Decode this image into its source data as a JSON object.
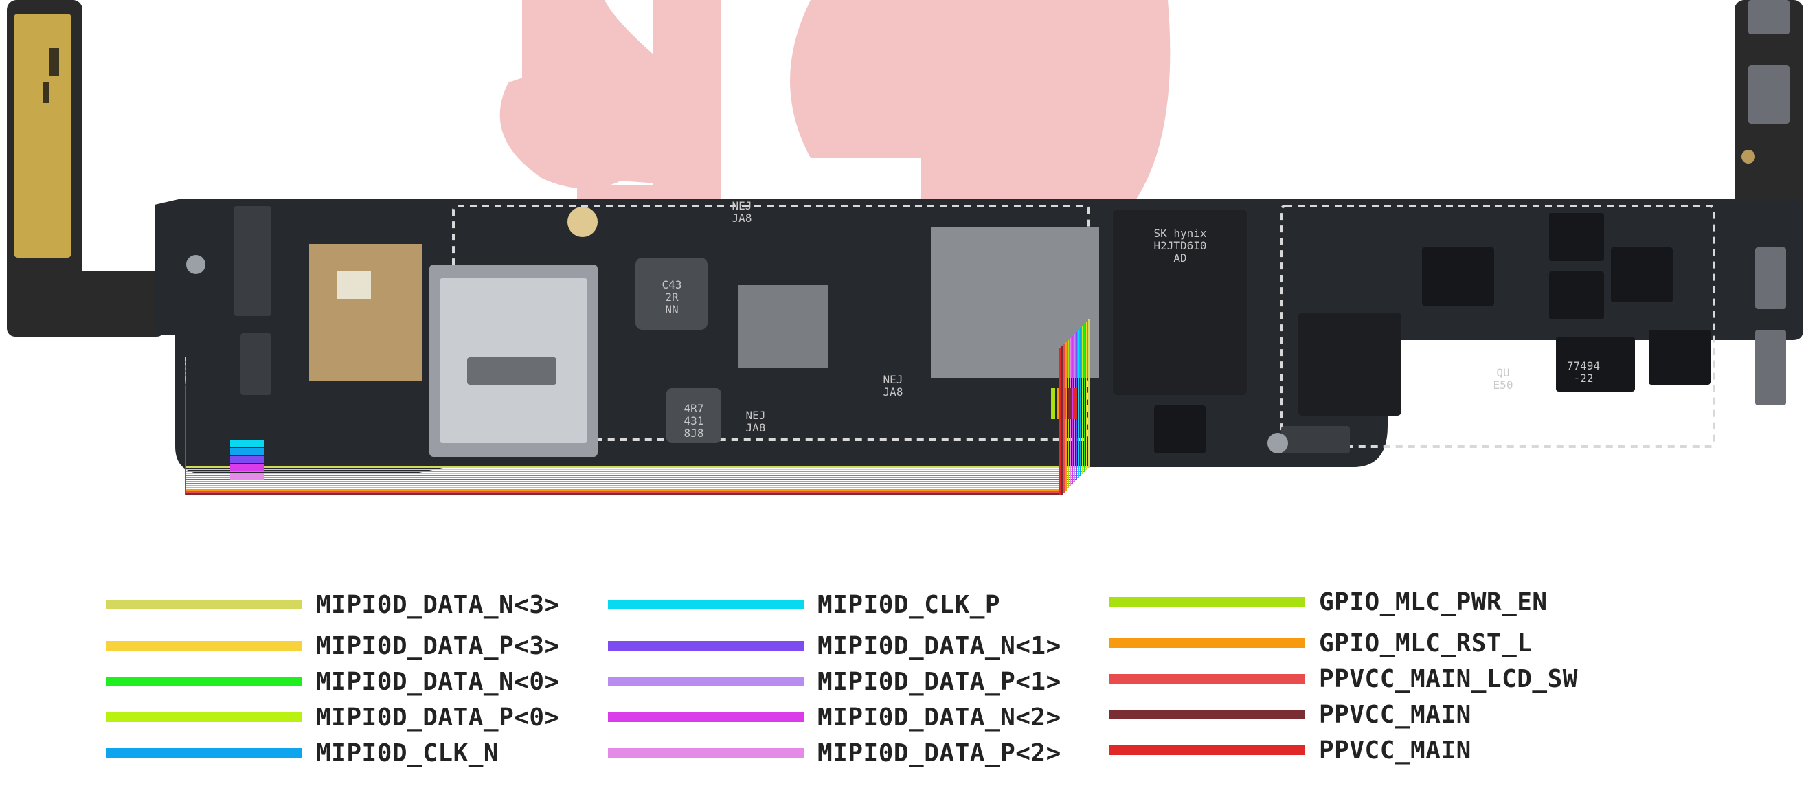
{
  "watermark": {
    "color": "#e57373",
    "opacity": 0.42
  },
  "board": {
    "pcb_color": "#26292d",
    "chip_markings": [
      {
        "lines": [
          "C43",
          "2R",
          "NN"
        ]
      },
      {
        "lines": [
          "4R7",
          "431",
          "8J8"
        ]
      },
      {
        "lines": [
          "NEJ",
          "JA8"
        ]
      },
      {
        "lines": [
          "NEJ",
          "JA8"
        ]
      },
      {
        "lines": [
          "NEJ",
          "JA8"
        ]
      },
      {
        "lines": [
          "SK hynix",
          "H2JTD6I0",
          "AD"
        ]
      },
      {
        "lines": [
          "77494",
          "-22"
        ]
      },
      {
        "lines": [
          "QU",
          "E50"
        ]
      }
    ]
  },
  "legend": {
    "columns": [
      [
        {
          "label": "MIPI0D_DATA_N<3>",
          "color": "#d4d85c"
        },
        {
          "label": "MIPI0D_DATA_P<3>",
          "color": "#f8d23a"
        },
        {
          "label": "MIPI0D_DATA_N<0>",
          "color": "#1fef1f"
        },
        {
          "label": "MIPI0D_DATA_P<0>",
          "color": "#b9f210"
        },
        {
          "label": "MIPI0D_CLK_N",
          "color": "#0ea5ee"
        }
      ],
      [
        {
          "label": "MIPI0D_CLK_P",
          "color": "#08d8f0"
        },
        {
          "label": "MIPI0D_DATA_N<1>",
          "color": "#7c4cf2"
        },
        {
          "label": "MIPI0D_DATA_P<1>",
          "color": "#b98cf2"
        },
        {
          "label": "MIPI0D_DATA_N<2>",
          "color": "#d93ce8"
        },
        {
          "label": "MIPI0D_DATA_P<2>",
          "color": "#e58ae8"
        }
      ],
      [
        {
          "label": "GPIO_MLC_PWR_EN",
          "color": "#a8e010"
        },
        {
          "label": "GPIO_MLC_RST_L",
          "color": "#f89a10"
        },
        {
          "label": "PPVCC_MAIN_LCD_SW",
          "color": "#e84c4c"
        },
        {
          "label": "PPVCC_MAIN",
          "color": "#7a2e34"
        },
        {
          "label": "PPVCC_MAIN",
          "color": "#e02828"
        }
      ]
    ]
  }
}
